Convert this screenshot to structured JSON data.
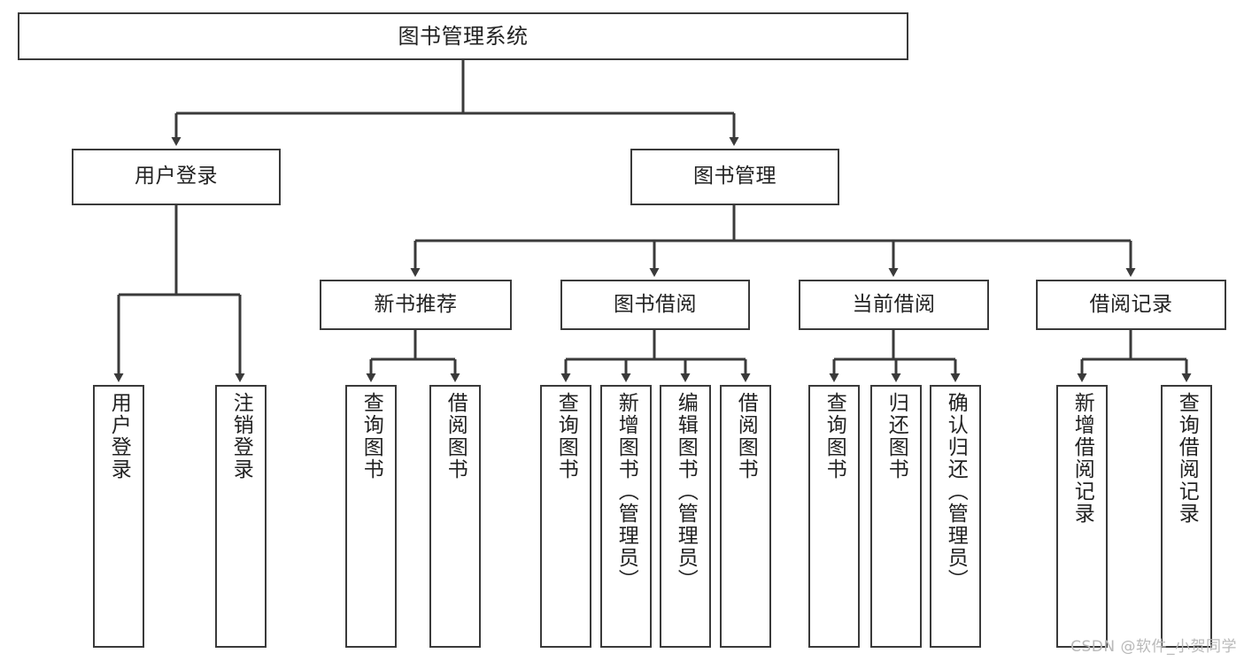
{
  "diagram": {
    "title": "图书管理系统",
    "type": "tree-hierarchy-chart",
    "watermark": "CSDN @软件_小贺同学",
    "colors": {
      "box_border": "#3a3a3a",
      "box_fill": "#ffffff",
      "edge": "#3a3a3a",
      "text": "#222222",
      "watermark": "#b9b9b9"
    },
    "nodes": {
      "root": {
        "label": "图书管理系统"
      },
      "level2": [
        {
          "id": "user-login",
          "label": "用户登录"
        },
        {
          "id": "book-management",
          "label": "图书管理"
        }
      ],
      "level3": [
        {
          "id": "new-book-recommend",
          "label": "新书推荐"
        },
        {
          "id": "book-borrow",
          "label": "图书借阅"
        },
        {
          "id": "current-borrow",
          "label": "当前借阅"
        },
        {
          "id": "borrow-record",
          "label": "借阅记录"
        }
      ],
      "leaves": {
        "user_login": [
          {
            "id": "leaf-user-login",
            "label": "用户登录"
          },
          {
            "id": "leaf-logout",
            "label": "注销登录"
          }
        ],
        "new_book_recommend": [
          {
            "id": "leaf-query-book-1",
            "label": "查询图书"
          },
          {
            "id": "leaf-borrow-book-1",
            "label": "借阅图书"
          }
        ],
        "book_borrow": [
          {
            "id": "leaf-query-book-2",
            "label": "查询图书"
          },
          {
            "id": "leaf-add-book",
            "label": "新增图书（管理员）"
          },
          {
            "id": "leaf-edit-book",
            "label": "编辑图书（管理员）"
          },
          {
            "id": "leaf-borrow-book-2",
            "label": "借阅图书"
          }
        ],
        "current_borrow": [
          {
            "id": "leaf-query-book-3",
            "label": "查询图书"
          },
          {
            "id": "leaf-return-book",
            "label": "归还图书"
          },
          {
            "id": "leaf-confirm-return",
            "label": "确认归还（管理员）"
          }
        ],
        "borrow_record": [
          {
            "id": "leaf-add-record",
            "label": "新增借阅记录"
          },
          {
            "id": "leaf-query-record",
            "label": "查询借阅记录"
          }
        ]
      }
    }
  }
}
